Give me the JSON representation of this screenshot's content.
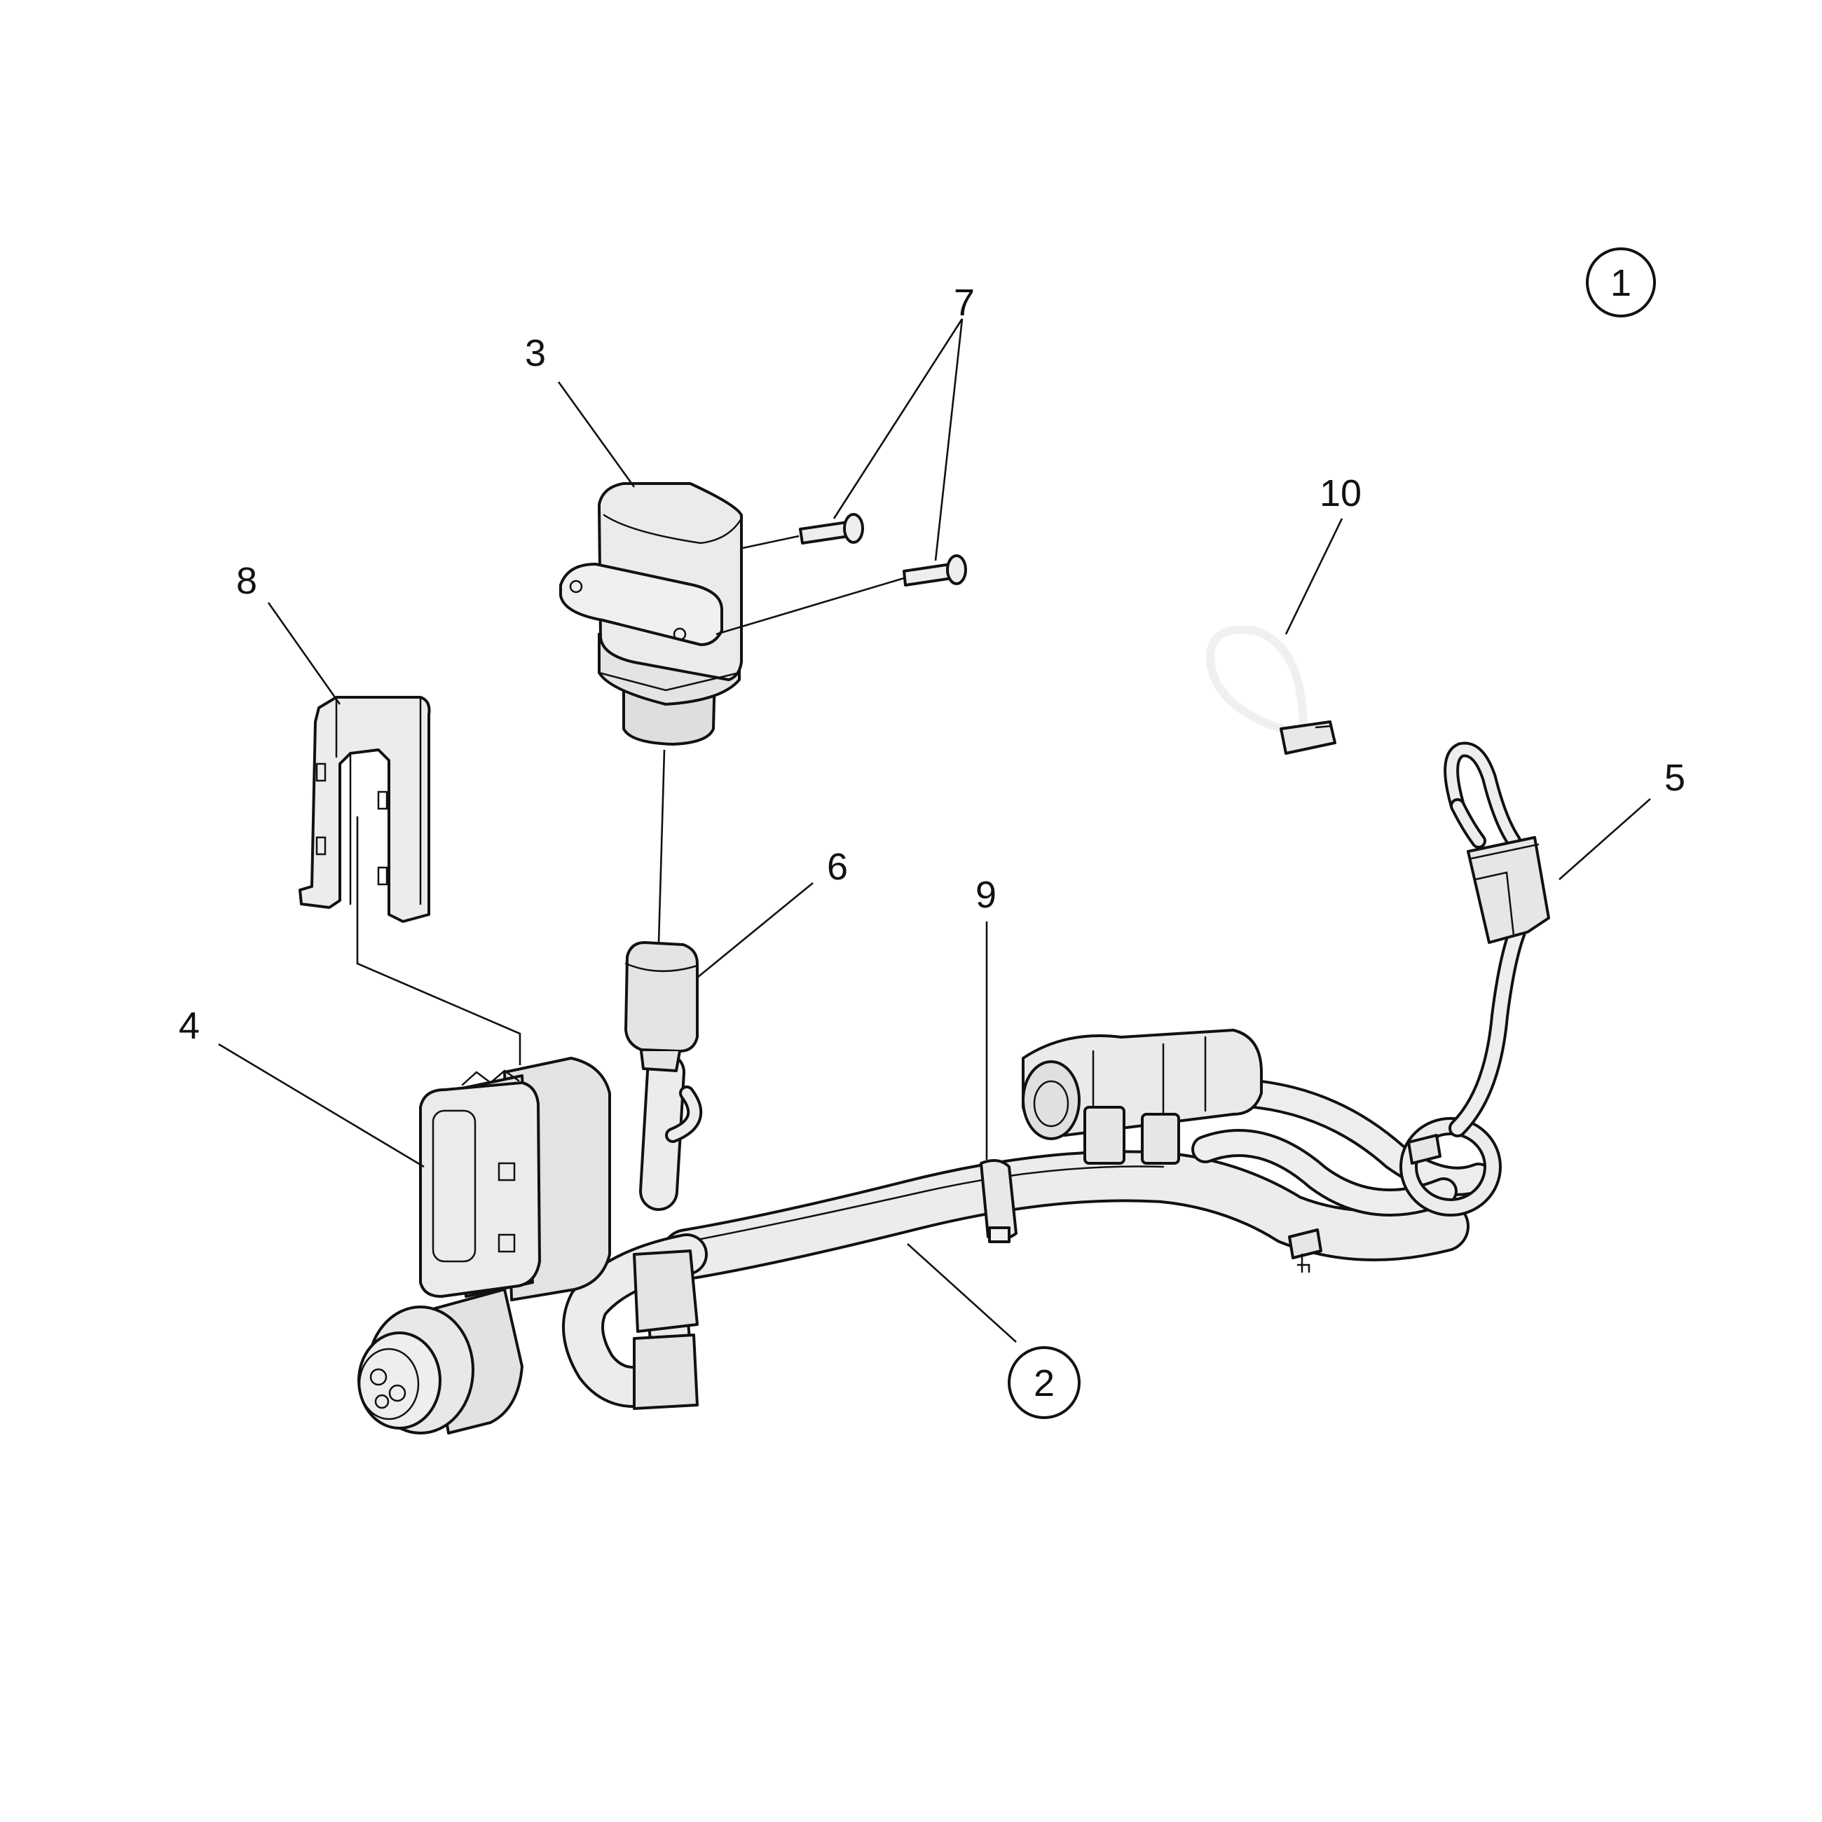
{
  "diagram": {
    "assembly_callout": "1",
    "callouts": [
      {
        "id": "harness",
        "label": "2",
        "circled": true
      },
      {
        "id": "relay",
        "label": "3",
        "circled": false
      },
      {
        "id": "main-connector",
        "label": "4",
        "circled": false
      },
      {
        "id": "end-connector",
        "label": "5",
        "circled": false
      },
      {
        "id": "inline-connector",
        "label": "6",
        "circled": false
      },
      {
        "id": "screws",
        "label": "7",
        "circled": false
      },
      {
        "id": "retainer",
        "label": "8",
        "circled": false
      },
      {
        "id": "harness-clip",
        "label": "9",
        "circled": false
      },
      {
        "id": "cable-tie",
        "label": "10",
        "circled": false
      }
    ],
    "colors": {
      "line": "#111111",
      "part_fill": "#e9e9e9",
      "part_shade": "#cfcfcf",
      "background": "#ffffff"
    }
  }
}
